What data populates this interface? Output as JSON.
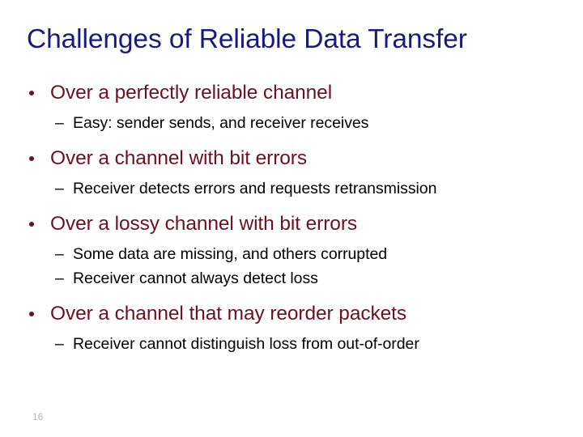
{
  "slide": {
    "title": "Challenges of Reliable Data Transfer",
    "page_number": "16",
    "colors": {
      "background": "#ffffff",
      "title": "#1a1a7e",
      "level1_text": "#6e1022",
      "level2_text": "#000000",
      "page_number": "#b3b3b3"
    },
    "bullets": [
      {
        "marker": "•",
        "text": "Over a perfectly reliable channel",
        "sub": [
          {
            "marker": "–",
            "text": "Easy: sender sends, and receiver receives"
          }
        ]
      },
      {
        "marker": "•",
        "text": "Over a channel with bit errors",
        "sub": [
          {
            "marker": "–",
            "text": "Receiver detects errors and requests retransmission"
          }
        ]
      },
      {
        "marker": "•",
        "text": "Over a lossy channel with bit errors",
        "sub": [
          {
            "marker": "–",
            "text": "Some data are missing, and others corrupted"
          },
          {
            "marker": "–",
            "text": "Receiver cannot always detect loss"
          }
        ]
      },
      {
        "marker": "•",
        "text": "Over a channel that may reorder packets",
        "sub": [
          {
            "marker": "–",
            "text": "Receiver cannot distinguish loss from out-of-order"
          }
        ]
      }
    ]
  }
}
